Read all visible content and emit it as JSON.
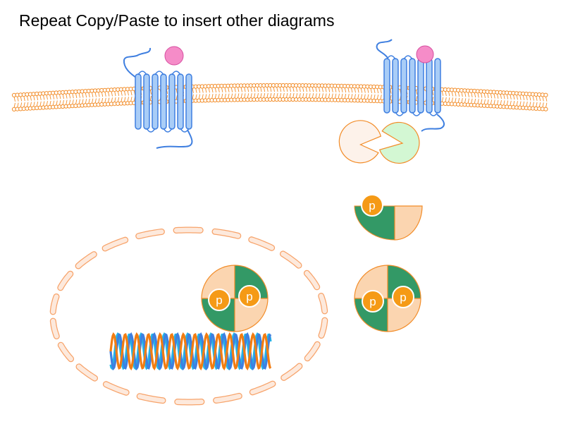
{
  "slide": {
    "title": "Repeat Copy/Paste to insert other diagrams"
  },
  "labels": {
    "phospho": "p"
  },
  "colors": {
    "membrane": "#f28c28",
    "receptor_fill": "#a9cdf7",
    "receptor_stroke": "#3f7fe0",
    "ligand": "#f58cc8",
    "kinase_dark": "#339966",
    "kinase_light": "#fbd5b0",
    "kinase_stroke": "#f07c1a",
    "phospho_fill": "#f59a16",
    "nucleus_fill": "#fde9dc",
    "nucleus_stroke": "#f7a36a",
    "dna_orange": "#f27d12",
    "dna_blue": "#3f7fe0",
    "dna_cyan": "#21b6e8",
    "adapter_pale": "#fdf2ea",
    "adapter_green": "#d3f7d3"
  },
  "icons": [
    "cell-membrane",
    "receptor",
    "ligand",
    "adapter-protein",
    "kinase",
    "phospho-group",
    "nuclear-envelope",
    "dna-helix"
  ]
}
